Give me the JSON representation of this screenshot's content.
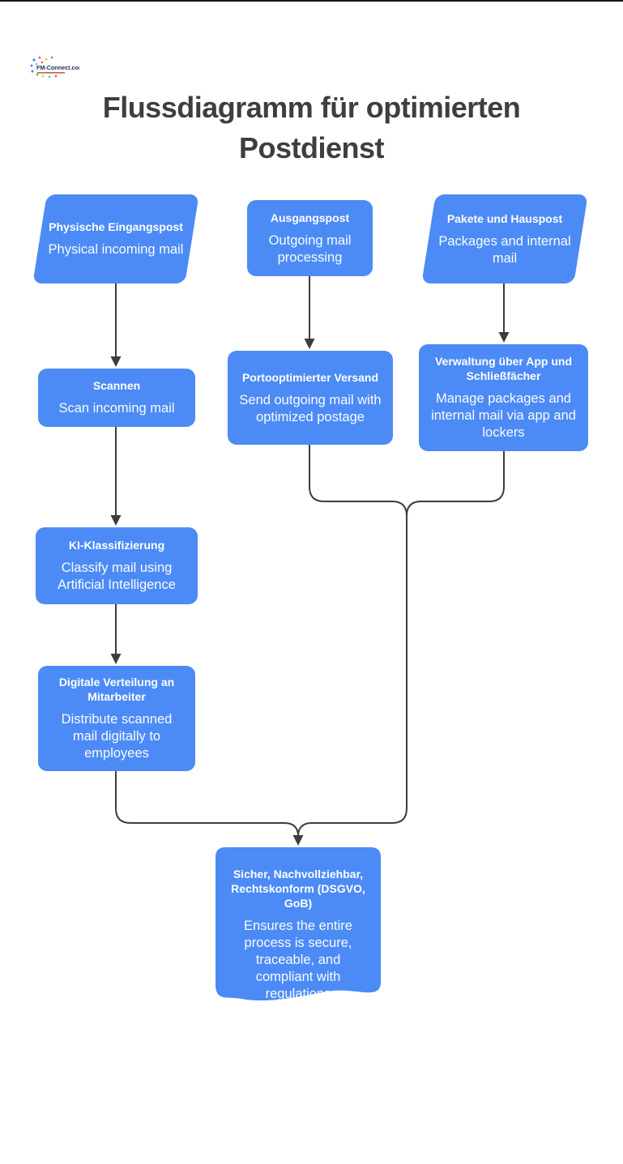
{
  "page": {
    "title_line1": "Flussdiagramm für optimierten",
    "title_line2": "Postdienst"
  },
  "logo": {
    "text": "FM-Connect.com"
  },
  "colors": {
    "node_blue": "#4c8bf5",
    "connector": "#3d3d3d",
    "title_text": "#3e3e3e",
    "node_text": "#ffffff"
  },
  "nodes": [
    {
      "id": "physische-eingangspost",
      "shape": "parallelogram",
      "title": "Physische Eingangspost",
      "body": "Physical incoming mail"
    },
    {
      "id": "ausgangspost",
      "shape": "rounded-rect",
      "title": "Ausgangspost",
      "body": "Outgoing mail processing"
    },
    {
      "id": "pakete-und-hauspost",
      "shape": "parallelogram",
      "title": "Pakete und Hauspost",
      "body": "Packages and internal mail"
    },
    {
      "id": "scannen",
      "shape": "rounded-rect",
      "title": "Scannen",
      "body": "Scan incoming mail"
    },
    {
      "id": "portooptimierter-versand",
      "shape": "rounded-rect",
      "title": "Portooptimierter Versand",
      "body": "Send outgoing mail with optimized postage"
    },
    {
      "id": "verwaltung-app-schliessfaecher",
      "shape": "rounded-rect",
      "title": "Verwaltung über App und Schließfächer",
      "body": "Manage packages and internal mail via app and lockers"
    },
    {
      "id": "ki-klassifizierung",
      "shape": "rounded-rect",
      "title": "KI-Klassifizierung",
      "body": "Classify mail using Artificial Intelligence"
    },
    {
      "id": "digitale-verteilung",
      "shape": "rounded-rect",
      "title": "Digitale Verteilung an Mitarbeiter",
      "body": "Distribute scanned mail digitally to employees"
    },
    {
      "id": "sicher-nachvollziehbar-rechtskonform",
      "shape": "document",
      "title": "Sicher, Nachvollziehbar, Rechtskonform (DSGVO, GoB)",
      "body": "Ensures the entire process is secure, traceable, and compliant with regulations"
    }
  ],
  "edges": [
    {
      "from": "physische-eingangspost",
      "to": "scannen"
    },
    {
      "from": "ausgangspost",
      "to": "portooptimierter-versand"
    },
    {
      "from": "pakete-und-hauspost",
      "to": "verwaltung-app-schliessfaecher"
    },
    {
      "from": "scannen",
      "to": "ki-klassifizierung"
    },
    {
      "from": "ki-klassifizierung",
      "to": "digitale-verteilung"
    },
    {
      "from": "portooptimierter-versand",
      "to": "sicher-nachvollziehbar-rechtskonform"
    },
    {
      "from": "verwaltung-app-schliessfaecher",
      "to": "sicher-nachvollziehbar-rechtskonform"
    },
    {
      "from": "digitale-verteilung",
      "to": "sicher-nachvollziehbar-rechtskonform"
    }
  ]
}
